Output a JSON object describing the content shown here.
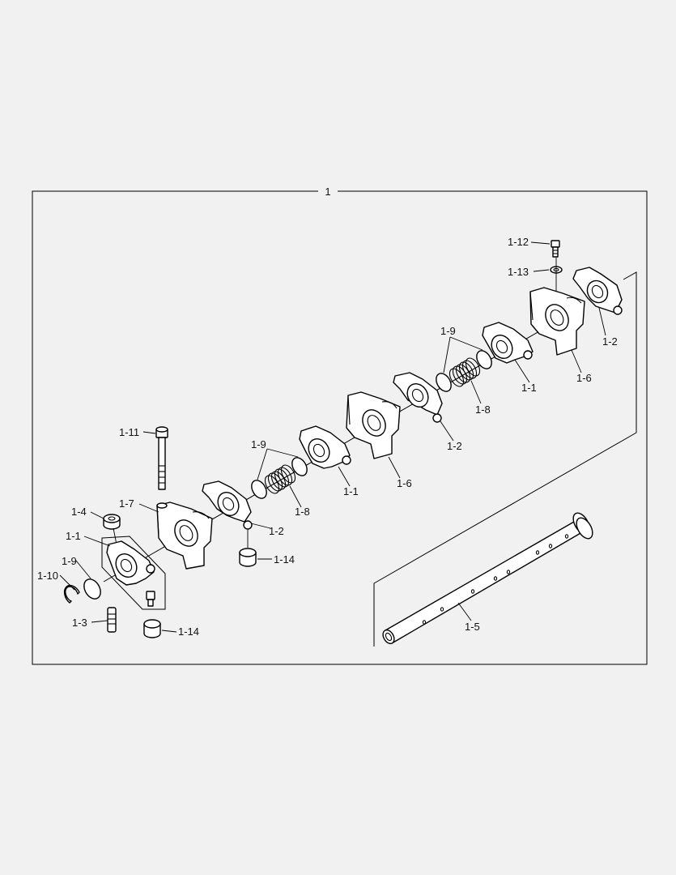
{
  "assembly": {
    "label": "1"
  },
  "callouts": [
    {
      "id": "c-1-12",
      "text": "1-12"
    },
    {
      "id": "c-1-13",
      "text": "1-13"
    },
    {
      "id": "c-1-2-a",
      "text": "1-2"
    },
    {
      "id": "c-1-9-a",
      "text": "1-9"
    },
    {
      "id": "c-1-1-a",
      "text": "1-1"
    },
    {
      "id": "c-1-6-a",
      "text": "1-6"
    },
    {
      "id": "c-1-8-a",
      "text": "1-8"
    },
    {
      "id": "c-1-2-b",
      "text": "1-2"
    },
    {
      "id": "c-1-11",
      "text": "1-11"
    },
    {
      "id": "c-1-9-b",
      "text": "1-9"
    },
    {
      "id": "c-1-1-b",
      "text": "1-1"
    },
    {
      "id": "c-1-6-b",
      "text": "1-6"
    },
    {
      "id": "c-1-7",
      "text": "1-7"
    },
    {
      "id": "c-1-8-b",
      "text": "1-8"
    },
    {
      "id": "c-1-4",
      "text": "1-4"
    },
    {
      "id": "c-1-2-c",
      "text": "1-2"
    },
    {
      "id": "c-1-1-c",
      "text": "1-1"
    },
    {
      "id": "c-1-14-a",
      "text": "1-14"
    },
    {
      "id": "c-1-9-c",
      "text": "1-9"
    },
    {
      "id": "c-1-10",
      "text": "1-10"
    },
    {
      "id": "c-1-5",
      "text": "1-5"
    },
    {
      "id": "c-1-3",
      "text": "1-3"
    },
    {
      "id": "c-1-14-b",
      "text": "1-14"
    }
  ]
}
